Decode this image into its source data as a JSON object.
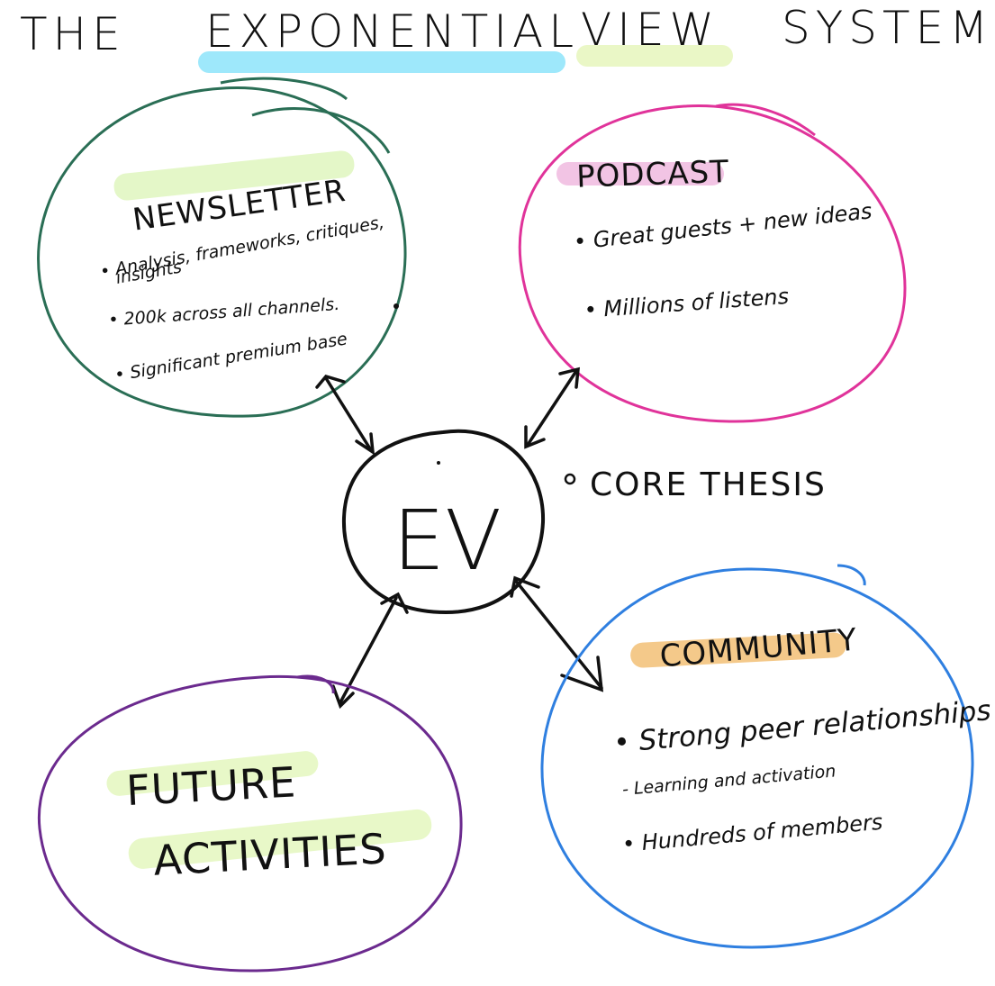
{
  "title": {
    "word1": "THE",
    "word2": "EXPONENTIAL",
    "word3": "VIEW",
    "word4": "SYSTEM"
  },
  "center": {
    "label": "EV",
    "side_note": "CORE THESIS"
  },
  "nodes": {
    "newsletter": {
      "heading": "NEWSLETTER",
      "color": "#2a6e55",
      "highlight": "#e4f7c8",
      "bullets": [
        "• Analysis, frameworks, critiques,",
        "insights",
        "• 200k across all channels.",
        "• Significant premium base"
      ]
    },
    "podcast": {
      "heading": "PODCAST",
      "color": "#e0339a",
      "highlight": "#f2c4e4",
      "bullets": [
        "• Great guests + new ideas",
        "• Millions of listens"
      ]
    },
    "community": {
      "heading": "COMMUNITY",
      "color": "#2f7fe0",
      "highlight": "#f4c98a",
      "bullets": [
        "• Strong peer relationships",
        "- Learning and activation",
        "• Hundreds of members"
      ]
    },
    "future": {
      "heading_line1": "FUTURE",
      "heading_line2": "ACTIVITIES",
      "color": "#6b2a8e",
      "highlight": "#e8f8c8"
    }
  },
  "title_highlights": {
    "exponential": "#9ee8fb",
    "view": "#eaf7c6"
  }
}
